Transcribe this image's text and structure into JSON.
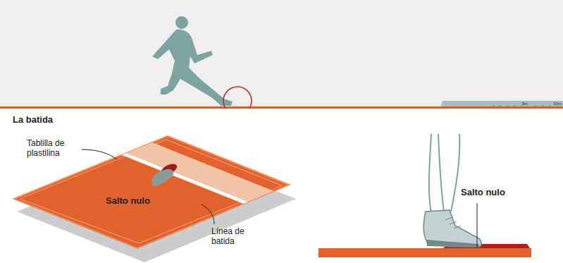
{
  "diagram": {
    "title": "La batida",
    "labels": [
      "Tablilla de plastilina",
      "Salto nulo",
      "Línea de batida",
      "Salto nulo",
      "9m",
      "10m"
    ]
  }
}
